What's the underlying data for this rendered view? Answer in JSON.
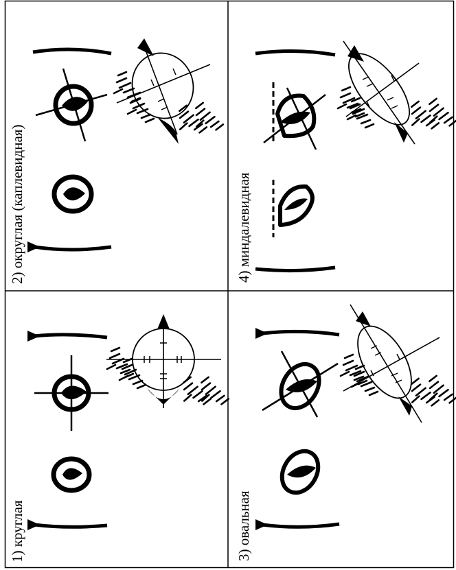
{
  "figure": {
    "panels": [
      {
        "id": "p1",
        "label": "1) круглая"
      },
      {
        "id": "p2",
        "label": "2) округлая (каплевидная)"
      },
      {
        "id": "p3",
        "label": "3) овальная"
      },
      {
        "id": "p4",
        "label": "4) миндалевидная"
      }
    ]
  }
}
